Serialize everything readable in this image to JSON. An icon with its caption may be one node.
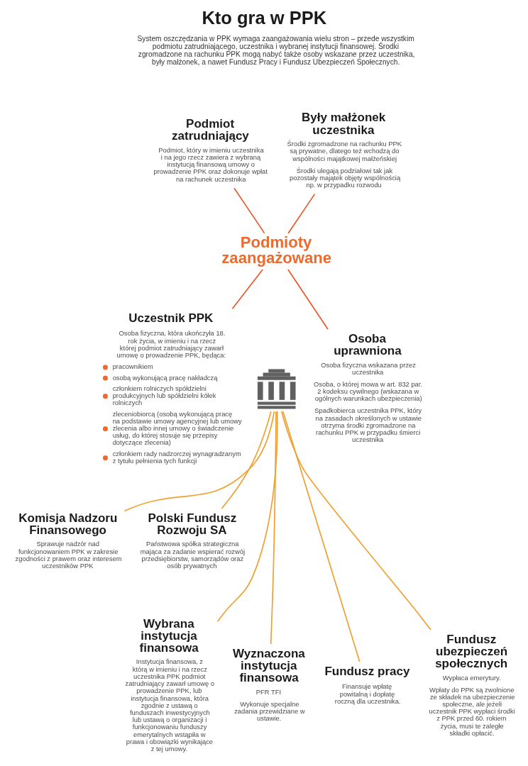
{
  "diagram": {
    "title": "Kto gra w PPK",
    "nodes": [
      {
        "text": [
          "Podmiot zatrudniający",
          "Podmiot, który w imieniu uczestnika i na jego rzecz zawiera z wybraną instytucją finansową umowy o prowadzenie PPK oraz dokonuje wpłat na rachunek uczestnika"
        ]
      },
      {
        "text": [
          "Były małżonek uczestnika",
          "Środki zgromadzone na rachunku PPK są prywatne, dlatego też wchodzą do wspólności majątkowej małżeńskiej",
          "Środki ulegają podziałowi tak jak pozostały majątek objęty wspólnością np. w przypadku rozwodu"
        ]
      },
      {
        "text": [
          "Podmioty zaangażowane"
        ]
      },
      {
        "text": [
          "Uczestnik PPK",
          "Osoba fizyczna, która ukończyła 18. rok życia, w imieniu i na rzecz której podmiot zatrudniający zawarł umowę o prowadzenie PPK, będąca:",
          "pracownikiem",
          "osobą wykonującą pracę nakładczą",
          "członkiem rolniczych spółdzielni produkcyjnych lub spółdzielni kółek rolniczych",
          "zleceniobiorcą (osobą wykonującą pracę na podstawie umowy agencyjnej lub umowy zlecenia albo innej umowy o świadczenie usług, do której stosuje się przepisy dotyczące zlecenia)",
          "członkiem rady nadzorczej wynagradzanym z tytułu pełnienia tych funkcji"
        ]
      },
      {
        "text": [
          "Osoba uprawniona",
          "Osoba fizyczna wskazana przez uczestnika",
          "Osoba, o której mowa w art. 832 par. 2 kodeksu cywilnego (wskazana w ogólnych warunkach ubezpieczenia)",
          "Spadkobierca uczestnika PPK, który na zasadach określonych w ustawie otrzyma środki zgromadzone na rachunku PPK w przypadku śmierci uczestnika"
        ]
      },
      {
        "text": [],
        "shape": "picture"
      },
      {
        "text": [
          "Komisja Nadzoru Finansowego",
          "Sprawuje nadzór nad funkcjonowaniem PPK w zakresie zgodności z prawem oraz interesem uczestników PPK"
        ]
      },
      {
        "text": [
          "Polski Fundusz Rozwoju SA",
          "Państwowa spółka strategiczna mająca za zadanie wspierać rozwój przedsiębiorstw, samorządów oraz osób prywatnych"
        ]
      },
      {
        "text": [
          "Wybrana instytucja finansowa",
          "Instytucja finansowa, z którą w imieniu i na rzecz uczestnika PPK podmiot zatrudniający zawarł umowę o prowadzenie PPK, lub instytucja finansowa, która zgodnie z ustawą o funduszach inwestycyjnych lub ustawą o organizacji i funkcjonowaniu funduszy emerytalnych wstąpiła w prawa i obowiązki wynikające z tej umowy."
        ]
      },
      {
        "text": [
          "Wyznaczona instytucja finansowa",
          "PFR TFI",
          "Wykonuje specjalne zadania przewidziane w ustawie."
        ]
      },
      {
        "text": [
          "Fundusz pracy",
          "Finansuje wpłatę powitalną i dopłatę roczną dla uczestnika."
        ]
      },
      {
        "text": [
          "Fundusz ubezpieczeń społecznych",
          "Wypłaca emerytury.",
          "Wpłaty do PPK są zwolnione ze składek na ubezpieczenie społeczne, ale jeżeli uczestnik PPK wypłaci środki z PPK przed 60. rokiem życia, musi te zaległe składki opłacić."
        ]
      }
    ],
    "edges": [
      {
        "from": 0,
        "to": 2,
        "arrow": "none",
        "color": "#e8582a"
      },
      {
        "from": 1,
        "to": 2,
        "arrow": "none",
        "color": "#e8582a"
      },
      {
        "from": 2,
        "to": 3,
        "arrow": "none",
        "color": "#e8582a"
      },
      {
        "from": 2,
        "to": 4,
        "arrow": "none",
        "color": "#e8582a"
      },
      {
        "from": 5,
        "to": 6,
        "arrow": "none"
      },
      {
        "from": 5,
        "to": 7,
        "arrow": "none"
      },
      {
        "from": 5,
        "to": 8,
        "arrow": "none"
      },
      {
        "from": 5,
        "to": 9,
        "arrow": "none"
      },
      {
        "from": 5,
        "to": 10,
        "arrow": "none"
      },
      {
        "from": 5,
        "to": 11,
        "arrow": "none"
      }
    ],
    "labels": [
      "System oszczędzania w PPK wymaga zaangażowania wielu stron – przede wszystkim podmiotu zatrudniającego, uczestnika i wybranej instytucji finansowej. Środki zgromadzone na rachunku PPK mogą nabyć także osoby wskazane przez uczestnika, były małżonek, a nawet Fundusz Pracy i Fundusz Ubezpieczeń Społecznych."
    ]
  }
}
